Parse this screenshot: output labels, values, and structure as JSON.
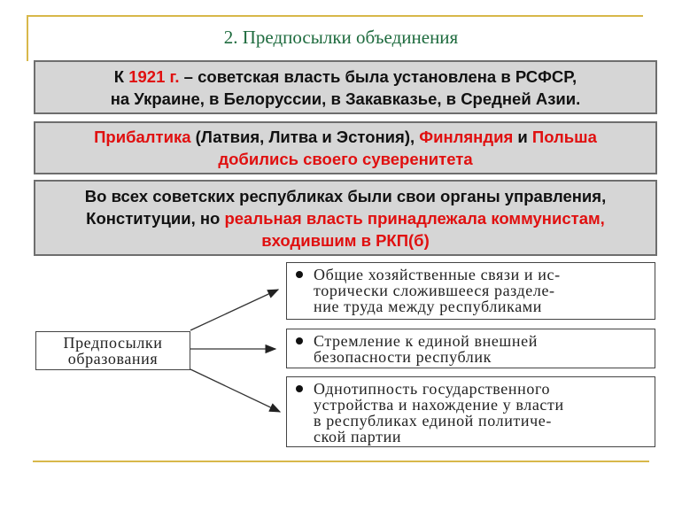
{
  "title": "2. Предпосылки объединения",
  "box1": {
    "t1": "К ",
    "t2": "1921 г.",
    "t3": " – советская власть была установлена в РСФСР,",
    "line2": "на Украине, в Белоруссии, в Закавказье, в Средней Азии."
  },
  "box2": {
    "t1": "Прибалтика",
    "t2": " (Латвия, Литва и Эстония), ",
    "t3": "Финляндия",
    "t4": " и ",
    "t5": "Польша",
    "line2": "добились своего суверенитета"
  },
  "box3": {
    "line1": "Во всех советских республиках были свои органы управления,",
    "t1": "Конституции, но ",
    "t2": "реальная власть принадлежала коммунистам,",
    "line3": "входившим в РКП(б)"
  },
  "diagram": {
    "source": [
      "Предпосылки",
      "образования"
    ],
    "items": [
      {
        "lines": [
          "Общие хозяйственные связи и ис-",
          "торически сложившееся разделе-",
          "ние труда между республиками"
        ]
      },
      {
        "lines": [
          "Стремление к единой внешней",
          "безопасности республик"
        ]
      },
      {
        "lines": [
          "Однотипность государственного",
          "устройства и нахождение у власти",
          "в республиках единой политиче-",
          "ской партии"
        ]
      }
    ]
  }
}
